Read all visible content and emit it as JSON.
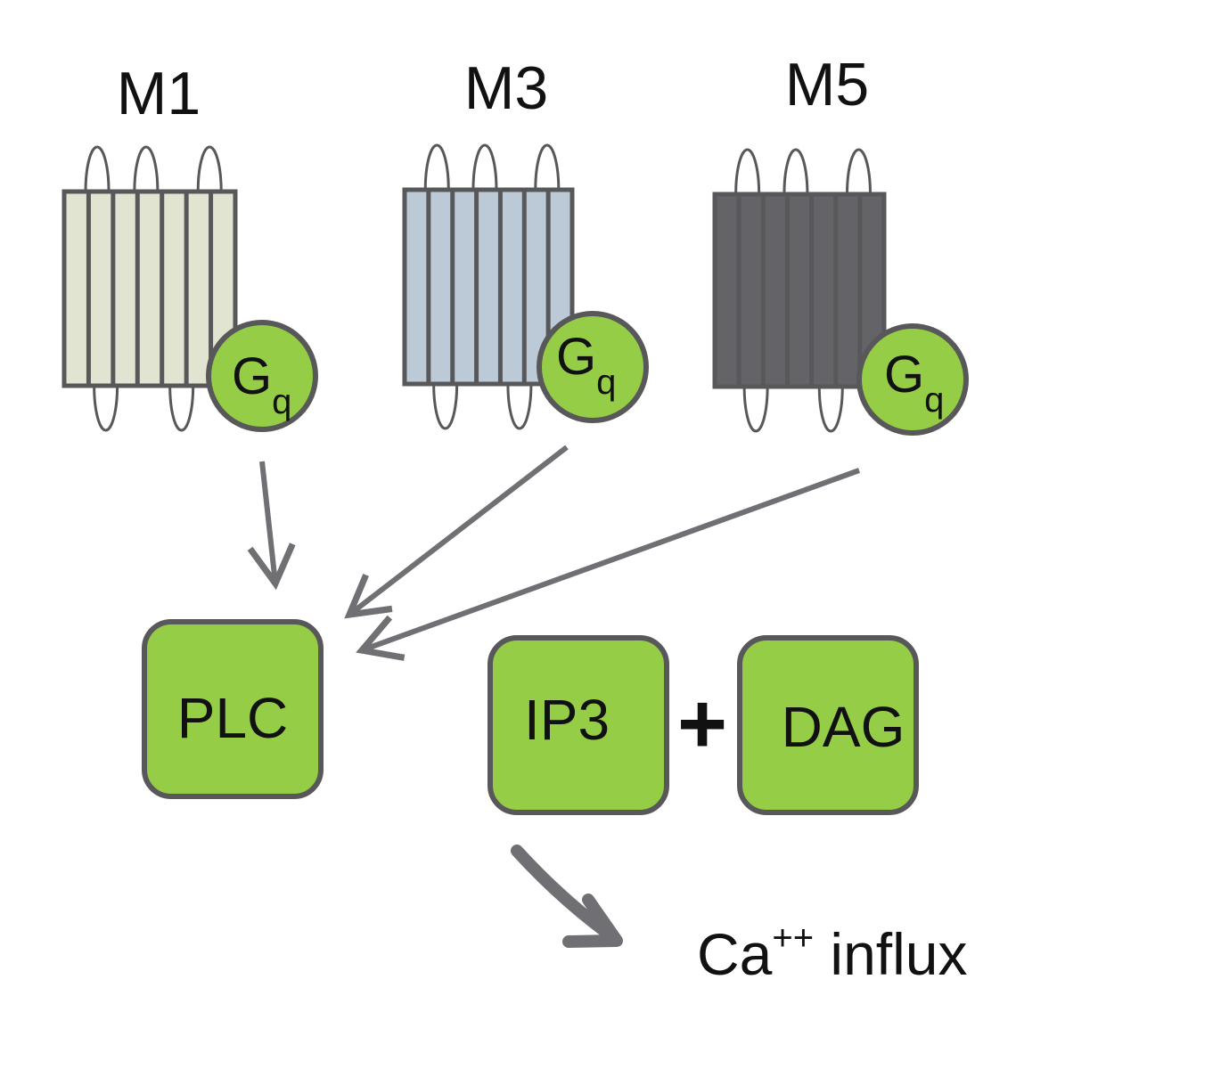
{
  "receptors": [
    {
      "id": "m1",
      "label": "M1",
      "fill": "#e0e4d0",
      "g_main": "G",
      "g_sub": "q"
    },
    {
      "id": "m3",
      "label": "M3",
      "fill": "#bccad8",
      "g_main": "G",
      "g_sub": "q"
    },
    {
      "id": "m5",
      "label": "M5",
      "fill": "#646468",
      "g_main": "G",
      "g_sub": "q"
    }
  ],
  "boxes": {
    "plc": "PLC",
    "ip3": "IP3",
    "dag": "DAG",
    "plus": "+"
  },
  "calcium": {
    "base": "Ca",
    "superscript": "++",
    "rest": " influx"
  },
  "colors": {
    "green": "#96cd46",
    "outline": "#58585a",
    "arrow": "#707074"
  }
}
